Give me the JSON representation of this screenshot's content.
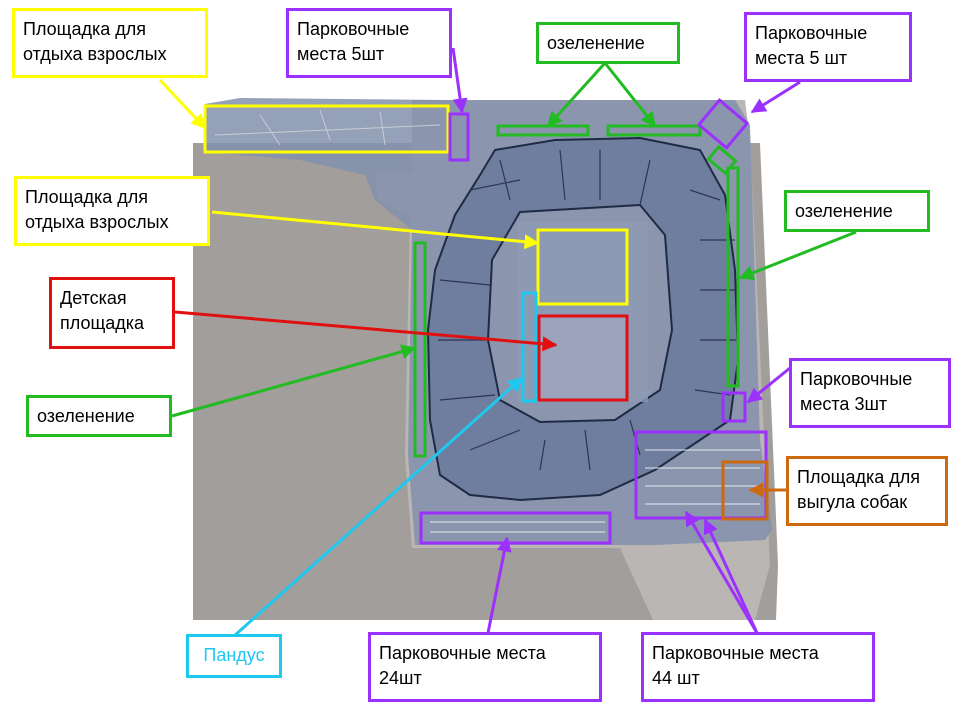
{
  "labels": {
    "adult_top": "Площадка для\nотдыха взрослых",
    "adult_mid": "Площадка для\nотдыха взрослых",
    "kids": "Детская\nплощадка",
    "green_left": "озеленение",
    "green_top": "озеленение",
    "green_right": "озеленение",
    "parking_5_top": "Парковочные\nместа 5шт",
    "parking_5_right": "Парковочные\nместа 5 шт",
    "parking_3": "Парковочные\nместа 3шт",
    "dogs": "Площадка для\nвыгула собак",
    "ramp": "Пандус",
    "parking_24": "Парковочные места\n24шт",
    "parking_44": "Парковочные места\n44 шт"
  },
  "colors": {
    "yellow": "#ffff00",
    "red": "#e01010",
    "green": "#22bb22",
    "purple": "#9b30ff",
    "cyan": "#1ec8ee",
    "orange": "#cc6a10",
    "plan_fill": "#7d8aa6",
    "ground": "#a29e9c"
  }
}
